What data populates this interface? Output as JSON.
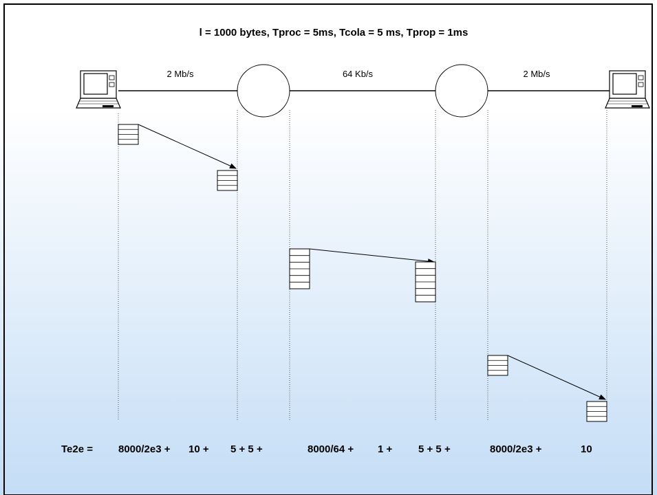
{
  "title": "l = 1000 bytes, Tproc = 5ms, Tcola = 5 ms, Tprop = 1ms",
  "links": [
    {
      "rate": "2 Mb/s"
    },
    {
      "rate": "64 Kb/s"
    },
    {
      "rate": "2 Mb/s"
    }
  ],
  "nodes": [
    {
      "kind": "host",
      "icon": "laptop-icon"
    },
    {
      "kind": "router",
      "icon": "router-circle"
    },
    {
      "kind": "router",
      "icon": "router-circle"
    },
    {
      "kind": "host",
      "icon": "laptop-icon"
    }
  ],
  "packets": [
    {
      "hop": 1,
      "rows": 4
    },
    {
      "hop": 1,
      "rows": 4
    },
    {
      "hop": 2,
      "rows": 6
    },
    {
      "hop": 2,
      "rows": 6
    },
    {
      "hop": 3,
      "rows": 4
    },
    {
      "hop": 3,
      "rows": 4
    }
  ],
  "formula": {
    "label": "Te2e =",
    "terms": [
      "8000/2e3 +",
      "10 +",
      "5 + 5 +",
      "8000/64 +",
      "1 +",
      "5 + 5 +",
      "8000/2e3 +",
      "10"
    ]
  },
  "colors": {
    "gradient_top": "#ffffff",
    "gradient_bottom": "#c4ddf6",
    "line": "#000000"
  }
}
